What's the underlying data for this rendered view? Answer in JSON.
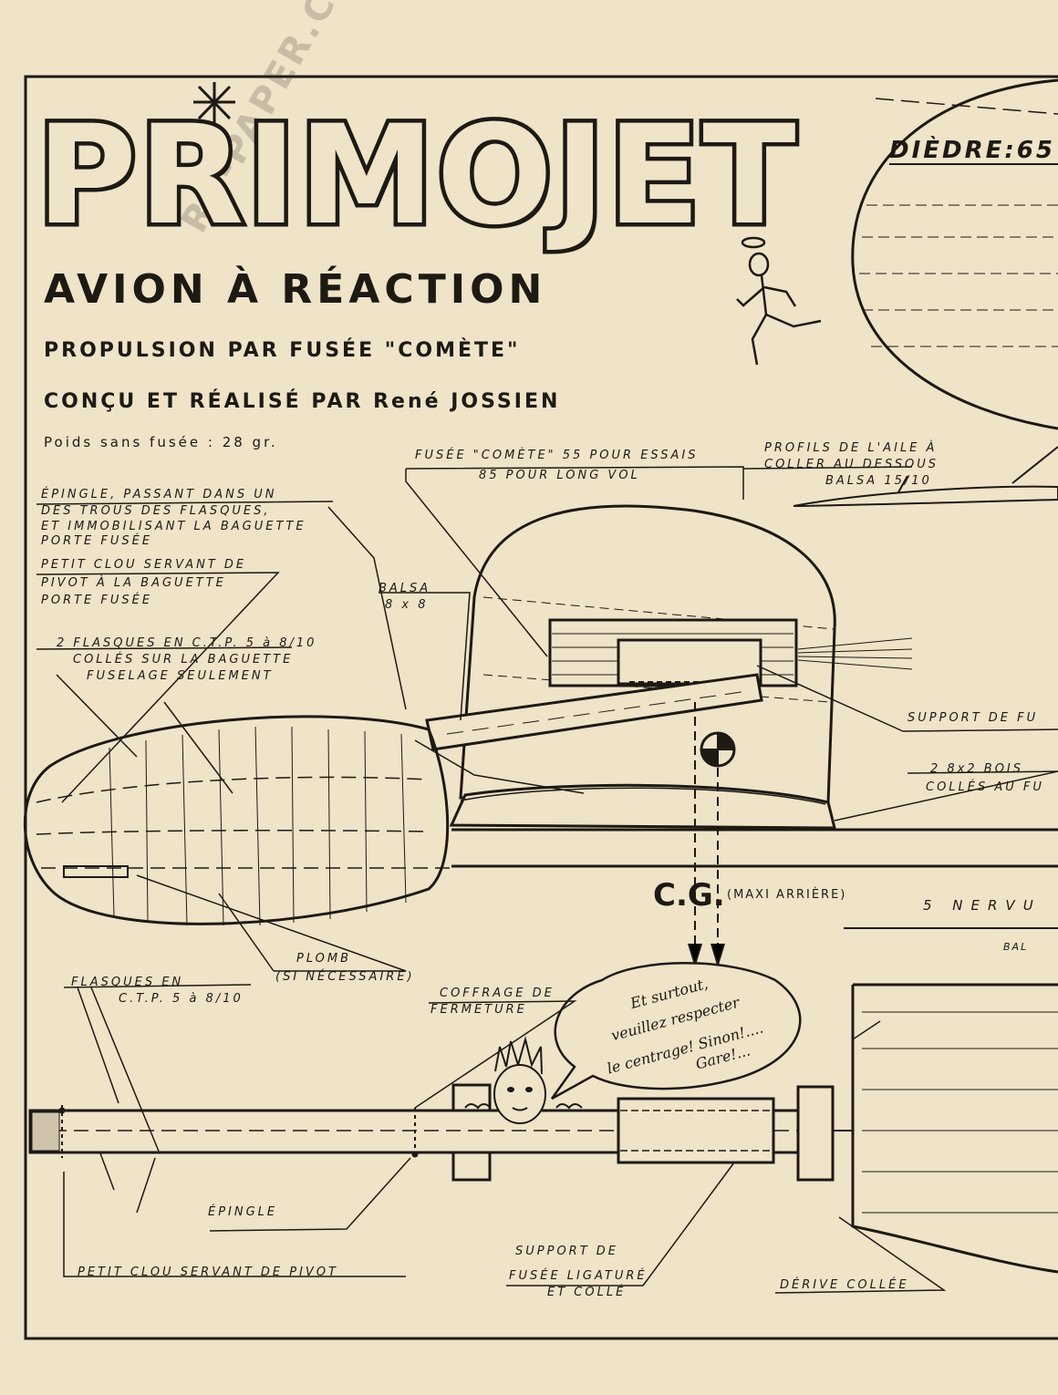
{
  "title": "PRIMOJET",
  "subtitle": "AVION À RÉACTION",
  "propulsion": "PROPULSION PAR FUSÉE \"COMÈTE\"",
  "designer": "CONÇU ET RÉALISÉ PAR René JOSSIEN",
  "weight": "Poids sans fusée : 28 gr.",
  "dihedral": "DIÈDRE:65",
  "watermark": "RC-PAPER.COM",
  "labels": {
    "rocket_1": "FUSÉE \"COMÈTE\" 55 POUR ESSAIS",
    "rocket_2": "85 POUR LONG VOL",
    "wing_profiles_1": "PROFILS DE L'AILE À",
    "wing_profiles_2": "COLLER AU DESSOUS",
    "wing_profiles_3": "BALSA 15/10",
    "pin_1": "ÉPINGLE, PASSANT DANS UN",
    "pin_2": "DES TROUS DES FLASQUES,",
    "pin_3": "ET IMMOBILISANT LA BAGUETTE",
    "pin_4": "PORTE FUSÉE",
    "nail_1": "PETIT CLOU SERVANT DE",
    "nail_2": "PIVOT À LA BAGUETTE",
    "nail_3": "PORTE FUSÉE",
    "balsa_1": "BALSA",
    "balsa_2": "8 x 8",
    "flasques_1": "2 FLASQUES EN C.T.P. 5 à 8/10",
    "flasques_2": "COLLÉS SUR LA BAGUETTE",
    "flasques_3": "FUSELAGE SEULEMENT",
    "support_fu": "SUPPORT DE FU",
    "bois_1": "2  8x2  BOIS",
    "bois_2": "COLLÉS AU FU",
    "cg": "C.G.",
    "cg_note": "(MAXI ARRIÈRE)",
    "nervures": "5  NERVU",
    "bal": "BAL",
    "plomb_1": "PLOMB",
    "plomb_2": "(SI NÉCESSAIRE)",
    "flasques_en_1": "FLASQUES EN",
    "flasques_en_2": "C.T.P. 5 à 8/10",
    "coffrage_1": "COFFRAGE DE",
    "coffrage_2": "FERMETURE",
    "epingle": "ÉPINGLE",
    "petit_clou": "PETIT  CLOU  SERVANT  DE  PIVOT",
    "support_fusee_1": "SUPPORT DE",
    "support_fusee_2": "FUSÉE LIGATURÉ",
    "support_fusee_3": "ET COLLÉ",
    "derive": "DÉRIVE  COLLÉE"
  },
  "speech_bubble": {
    "line1": "Et surtout,",
    "line2": "veuillez respecter",
    "line3": "le centrage! Sinon!....",
    "line4": "Gare!..."
  },
  "colors": {
    "paper": "#efe3c8",
    "ink": "#1d1a14"
  }
}
